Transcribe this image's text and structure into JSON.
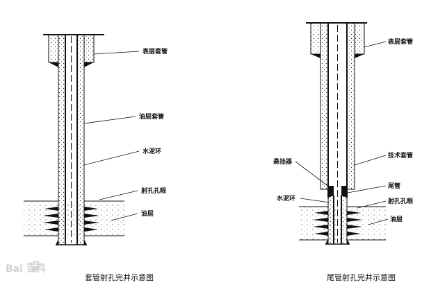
{
  "left_diagram": {
    "labels": {
      "surface_casing": "表层套管",
      "oil_casing": "油层套管",
      "cement_ring": "水泥环",
      "perforation": "射孔孔眼",
      "oil_layer": "油层"
    },
    "caption": "套管射孔完井示意图"
  },
  "right_diagram": {
    "labels": {
      "surface_casing": "表层套管",
      "tech_casing": "技术套管",
      "hanger": "悬挂器",
      "liner": "尾管",
      "cement_ring": "水泥环",
      "perforation": "射孔孔眼",
      "oil_layer": "油层"
    },
    "caption": "尾管射孔完井示意图"
  },
  "watermark": {
    "text": "Bai 百科",
    "icon": "paw-icon"
  }
}
